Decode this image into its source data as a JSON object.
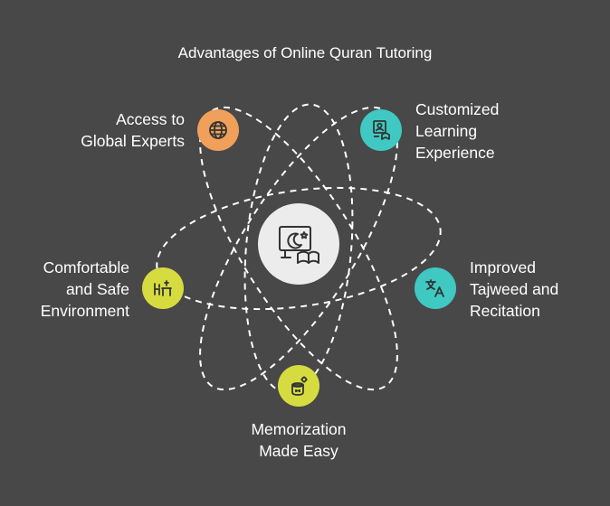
{
  "title": "Advantages of Online Quran Tutoring",
  "center": {
    "icon": "quran-learning-icon"
  },
  "advantages": [
    {
      "lines": [
        "Access to",
        "Global Experts"
      ],
      "icon": "globe-icon",
      "color": "#F0A05B"
    },
    {
      "lines": [
        "Customized",
        "Learning",
        "Experience"
      ],
      "icon": "customized-learning-icon",
      "color": "#3FC9C2"
    },
    {
      "lines": [
        "Comfortable",
        "and Safe",
        "Environment"
      ],
      "icon": "classroom-desk-icon",
      "color": "#D6DC40"
    },
    {
      "lines": [
        "Improved",
        "Tajweed and",
        "Recitation"
      ],
      "icon": "translate-icon",
      "color": "#3FC9C2"
    },
    {
      "lines": [
        "Memorization",
        "Made Easy"
      ],
      "icon": "brain-gear-icon",
      "color": "#D6DC40"
    }
  ]
}
